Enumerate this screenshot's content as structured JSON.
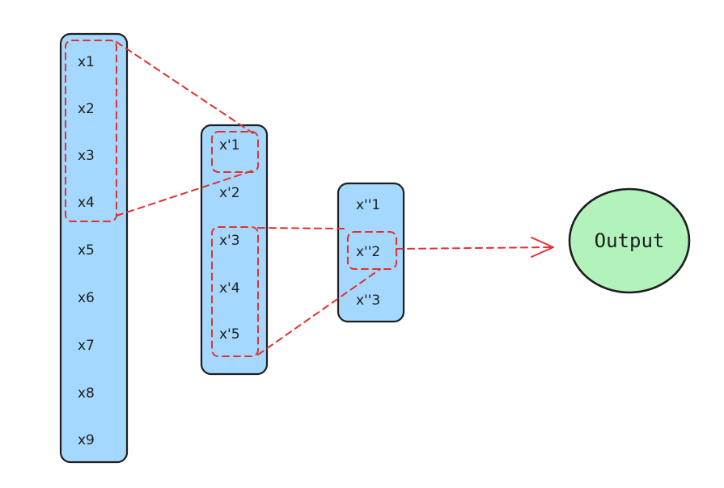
{
  "colors": {
    "node_fill": "#a5d8ff",
    "output_fill": "#b2f2bb",
    "stroke": "#1e1e1e",
    "highlight": "#e03131"
  },
  "layers": [
    {
      "nodes": [
        "x1",
        "x2",
        "x3",
        "x4",
        "x5",
        "x6",
        "x7",
        "x8",
        "x9"
      ]
    },
    {
      "nodes": [
        "x'1",
        "x'2",
        "x'3",
        "x'4",
        "x'5"
      ]
    },
    {
      "nodes": [
        "x''1",
        "x''2",
        "x''3"
      ]
    }
  ],
  "output": {
    "label": "Output"
  }
}
